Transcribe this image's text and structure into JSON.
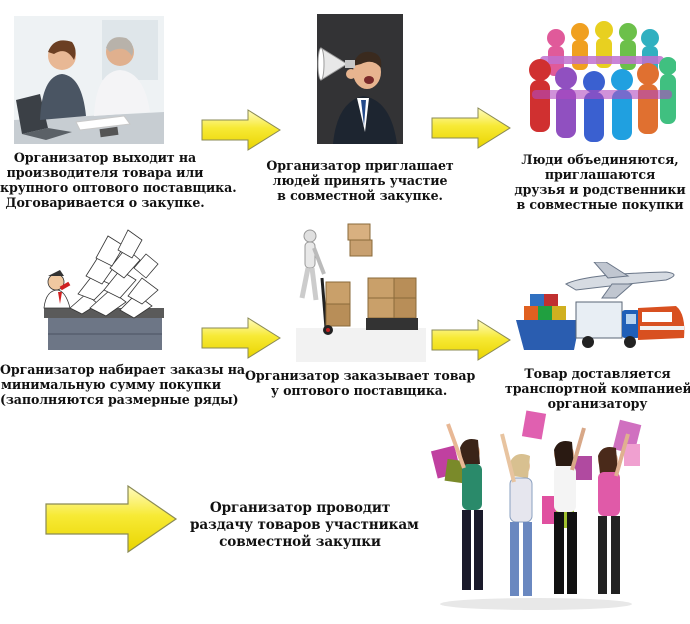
{
  "steps": [
    {
      "caption_lines": [
        "Организатор выходит на",
        "производителя товара или",
        "крупного оптового поставщика.",
        "Договаривается о закупке."
      ],
      "icon": "handshake-meeting-photo"
    },
    {
      "caption_lines": [
        "Организатор приглашает",
        "людей принять участие",
        "в совместной закупке."
      ],
      "icon": "megaphone-man-photo"
    },
    {
      "caption_lines": [
        "Люди объединяются,",
        "приглашаются",
        "друзья и родственники",
        "в совместные покупки"
      ],
      "icon": "circle-of-people-icon"
    },
    {
      "caption_lines": [
        "Организатор набирает заказы на",
        "минимальную сумму покупки",
        "(заполняются размерные ряды)"
      ],
      "icon": "paper-pile-icon"
    },
    {
      "caption_lines": [
        "Организатор заказывает товар",
        "у оптового поставщика."
      ],
      "icon": "boxes-robot-icon"
    },
    {
      "caption_lines": [
        "Товар доставляется",
        "транспортной компанией",
        "организатору"
      ],
      "icon": "transport-icon"
    },
    {
      "caption_lines": [
        "Организатор проводит",
        "раздачу товаров участникам",
        "совместной закупки"
      ],
      "icon": "shopping-women-icon"
    }
  ],
  "colors": {
    "arrow_fill": "#f5e82a",
    "arrow_fill_light": "#fff9a8",
    "arrow_stroke": "#8a8a55"
  }
}
